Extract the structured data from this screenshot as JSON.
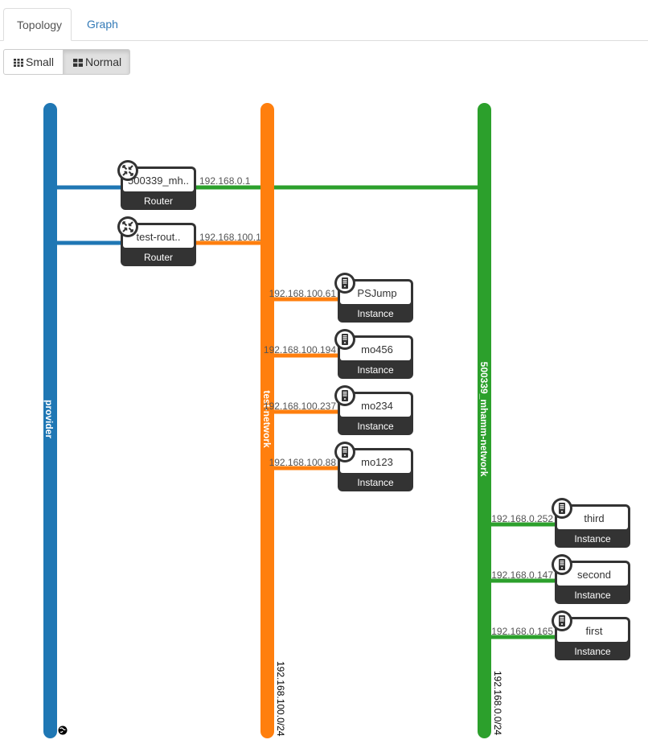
{
  "tabs": [
    {
      "label": "Topology",
      "active": true
    },
    {
      "label": "Graph",
      "active": false
    }
  ],
  "view_buttons": {
    "small": "Small",
    "normal": "Normal",
    "selected": "normal"
  },
  "colors": {
    "provider": "#1f77b4",
    "test_network": "#ff7f0e",
    "mhamm_network": "#2ca02c",
    "node_dark": "#333333"
  },
  "networks": {
    "provider": {
      "label": "provider",
      "icon": "globe-icon"
    },
    "test_network": {
      "label": "test-network",
      "cidr": "192.168.100.0/24"
    },
    "mhamm_network": {
      "label": "500339_mhamm-network",
      "cidr": "192.168.0.0/24"
    }
  },
  "routers": [
    {
      "name": "500339_mh..",
      "type": "Router",
      "ip": "192.168.0.1",
      "icon": "router-icon"
    },
    {
      "name": "test-rout..",
      "type": "Router",
      "ip": "192.168.100.1",
      "icon": "router-icon"
    }
  ],
  "instances": [
    {
      "name": "PSJump",
      "type": "Instance",
      "ip": "192.168.100.61",
      "icon": "server-icon"
    },
    {
      "name": "mo456",
      "type": "Instance",
      "ip": "192.168.100.194",
      "icon": "server-icon"
    },
    {
      "name": "mo234",
      "type": "Instance",
      "ip": "192.168.100.237",
      "icon": "server-icon"
    },
    {
      "name": "mo123",
      "type": "Instance",
      "ip": "192.168.100.88",
      "icon": "server-icon"
    },
    {
      "name": "third",
      "type": "Instance",
      "ip": "192.168.0.252",
      "icon": "server-icon"
    },
    {
      "name": "second",
      "type": "Instance",
      "ip": "192.168.0.147",
      "icon": "server-icon"
    },
    {
      "name": "first",
      "type": "Instance",
      "ip": "192.168.0.165",
      "icon": "server-icon"
    }
  ]
}
